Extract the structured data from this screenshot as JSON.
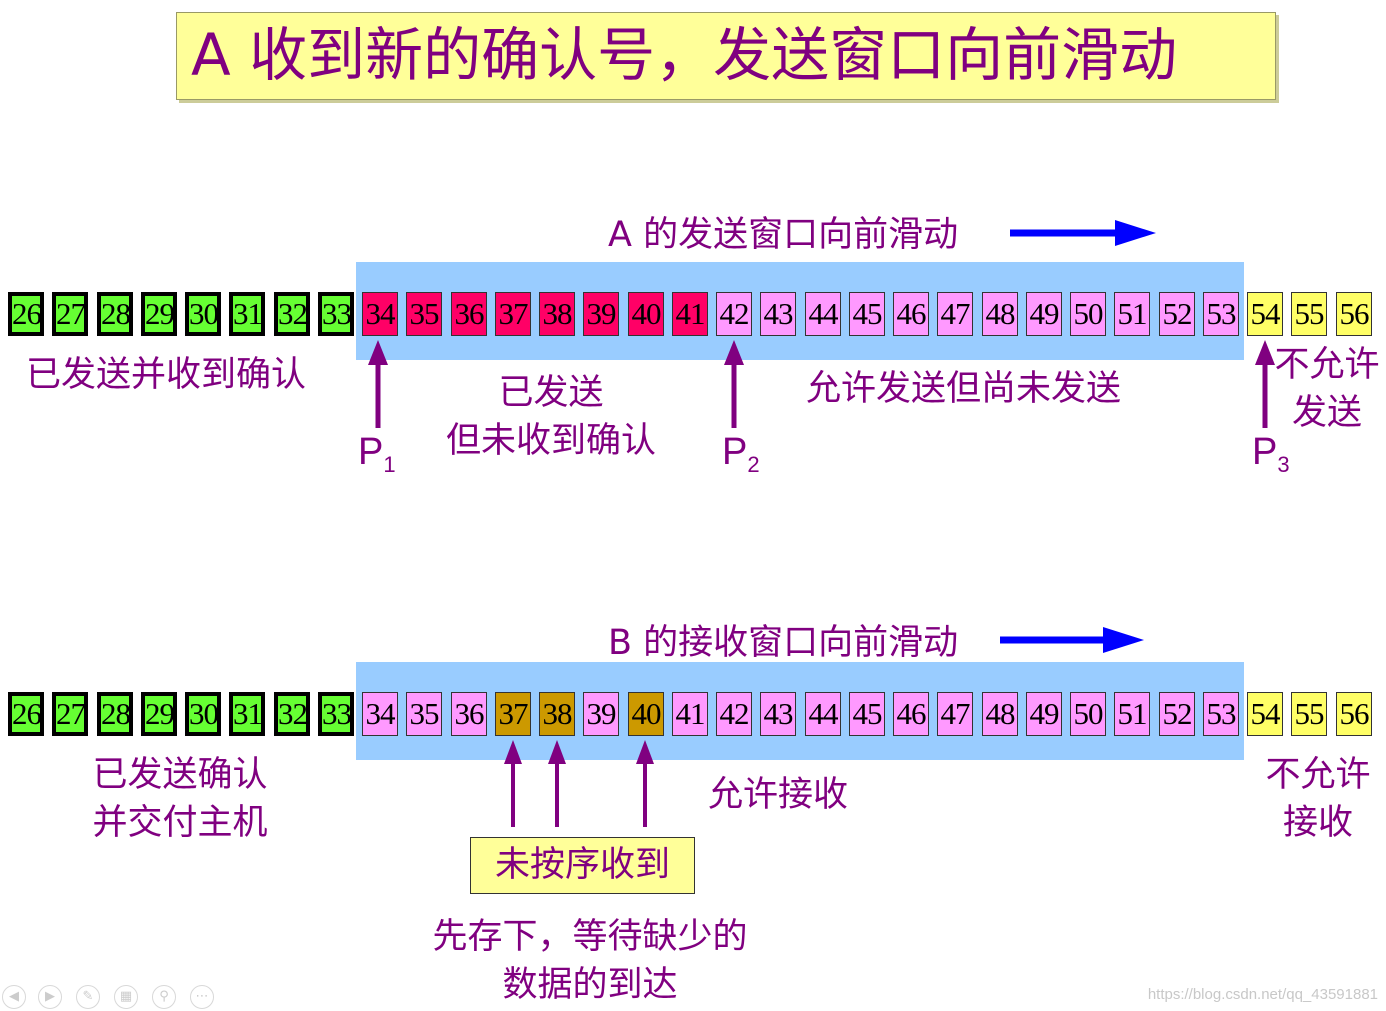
{
  "title": "A 收到新的确认号，发送窗口向前滑动",
  "sender": {
    "heading": "A 的发送窗口向前滑动",
    "numbers": [
      "26",
      "27",
      "28",
      "29",
      "30",
      "31",
      "32",
      "33",
      "34",
      "35",
      "36",
      "37",
      "38",
      "39",
      "40",
      "41",
      "42",
      "43",
      "44",
      "45",
      "46",
      "47",
      "48",
      "49",
      "50",
      "51",
      "52",
      "53",
      "54",
      "55",
      "56"
    ],
    "labels": {
      "acked": "已发送并收到确认",
      "sent_unacked_line1": "已发送",
      "sent_unacked_line2": "但未收到确认",
      "allowed": "允许发送但尚未发送",
      "not_allowed_line1": "不允许",
      "not_allowed_line2": "发送"
    },
    "pointers": [
      {
        "main": "P",
        "sub": "1"
      },
      {
        "main": "P",
        "sub": "2"
      },
      {
        "main": "P",
        "sub": "3"
      }
    ]
  },
  "receiver": {
    "heading": "B 的接收窗口向前滑动",
    "numbers": [
      "26",
      "27",
      "28",
      "29",
      "30",
      "31",
      "32",
      "33",
      "34",
      "35",
      "36",
      "37",
      "38",
      "39",
      "40",
      "41",
      "42",
      "43",
      "44",
      "45",
      "46",
      "47",
      "48",
      "49",
      "50",
      "51",
      "52",
      "53",
      "54",
      "55",
      "56"
    ],
    "labels": {
      "delivered_line1": "已发送确认",
      "delivered_line2": "并交付主机",
      "allowed": "允许接收",
      "not_allowed_line1": "不允许",
      "not_allowed_line2": "接收",
      "out_of_order": "未按序收到",
      "note_line1": "先存下，等待缺少的",
      "note_line2": "数据的到达"
    }
  },
  "colors": {
    "acked_green": "#66ff33",
    "sent_red": "#ff0066",
    "window_pink": "#ff99ff",
    "outside_yellow": "#ffff66",
    "received_gold": "#cc9900",
    "window_band": "#99ccff",
    "label_purple": "#800080",
    "arrow_blue": "#0000ff"
  },
  "watermark": "https://blog.csdn.net/qq_43591881"
}
